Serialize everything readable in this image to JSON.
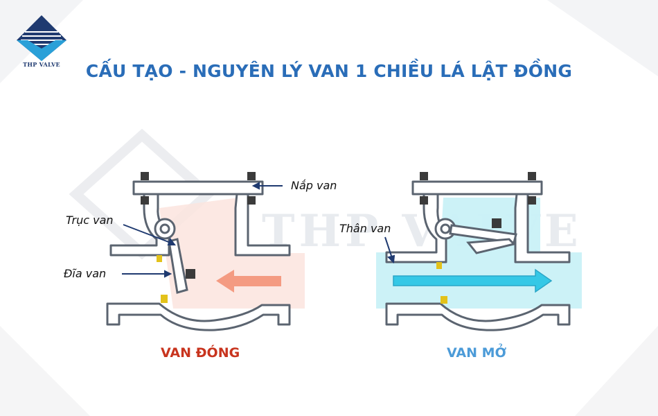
{
  "brand": {
    "logo_text": "THP VALVE",
    "watermark_text": "THP VALVE",
    "color": "#1f3a70"
  },
  "title": "CẤU TẠO - NGUYÊN LÝ VAN 1 CHIỀU LÁ LẬT ĐỒNG",
  "title_color": "#2a6db8",
  "labels": {
    "nap_van": "Nắp van",
    "truc_van": "Trục van",
    "dia_van": "Đĩa van",
    "than_van": "Thân van"
  },
  "states": {
    "closed": {
      "label": "VAN ĐÓNG",
      "color": "#c8341e",
      "fill": "#fce4de",
      "arrow_color": "#f49b82"
    },
    "open": {
      "label": "VAN MỞ",
      "color": "#4c9bd8",
      "fill": "#c9f1f7",
      "arrow_color": "#35c8e6"
    }
  },
  "colors": {
    "body_outline": "#5b6470",
    "body_fill": "#ffffff",
    "bolt": "#3b3b3b",
    "seat": "#e3c21a"
  },
  "icons": [
    "logo-diamond-icon",
    "arrow-left-icon",
    "arrow-right-icon",
    "bolt-icon"
  ]
}
